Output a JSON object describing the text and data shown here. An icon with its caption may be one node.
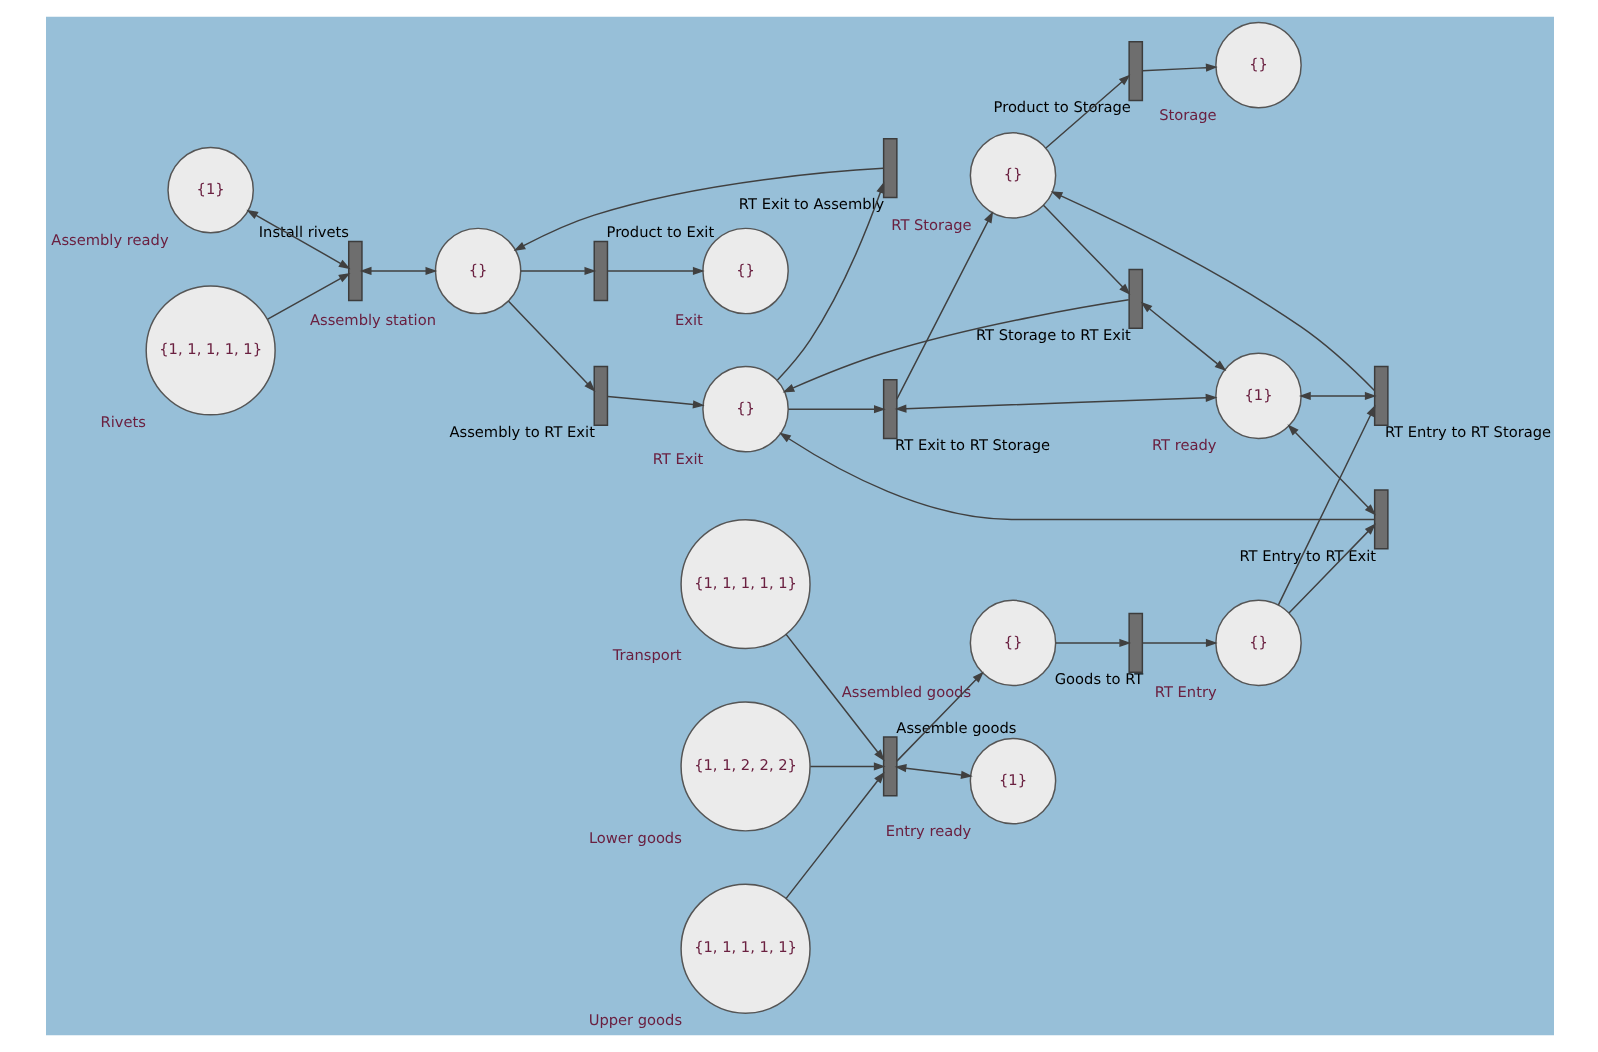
{
  "diagram": {
    "nodes": [
      {
        "text": [
          "{1}"
        ],
        "beside": [
          "Assembly ready"
        ]
      },
      {
        "text": [
          "{1, 1, 1, 1, 1}"
        ],
        "beside": [
          "Rivets"
        ]
      },
      {
        "text": [],
        "shape": "bar",
        "beside": [
          "Install rivets"
        ]
      },
      {
        "text": [],
        "shape": "bar",
        "beside": [
          "RT Exit to Assembly"
        ]
      },
      {
        "text": [
          "{}"
        ],
        "beside": [
          "Exit"
        ]
      },
      {
        "text": [],
        "shape": "bar",
        "beside": [
          "Product to Exit"
        ]
      },
      {
        "text": [
          "{}"
        ],
        "beside": [
          "Assembly station"
        ]
      },
      {
        "text": [],
        "shape": "bar",
        "beside": [
          "Assembly to RT Exit"
        ]
      },
      {
        "text": [],
        "shape": "bar",
        "beside": [
          "RT Storage to RT Exit"
        ]
      },
      {
        "text": [
          "{}"
        ],
        "beside": [
          "RT Exit"
        ]
      },
      {
        "text": [],
        "shape": "bar",
        "beside": [
          "RT Exit to RT Storage"
        ]
      },
      {
        "text": [
          "{}"
        ],
        "beside": [
          "RT Storage"
        ]
      },
      {
        "text": [],
        "shape": "bar",
        "beside": [
          "Product to Storage"
        ]
      },
      {
        "text": [
          "{}"
        ],
        "beside": [
          "Storage"
        ]
      },
      {
        "text": [
          "{1}"
        ],
        "beside": [
          "RT ready"
        ]
      },
      {
        "text": [],
        "shape": "bar",
        "beside": [
          "RT Entry to RT Exit"
        ]
      },
      {
        "text": [
          "{}"
        ],
        "beside": [
          "RT Entry"
        ]
      },
      {
        "text": [],
        "shape": "bar",
        "beside": [
          "RT Entry to RT Storage"
        ]
      },
      {
        "text": [
          "{1, 1, 1, 1, 1}"
        ],
        "beside": [
          "Transport"
        ]
      },
      {
        "text": [],
        "shape": "bar",
        "beside": [
          "Goods to RT"
        ]
      },
      {
        "text": [
          "{}"
        ],
        "beside": [
          "Assembled goods"
        ]
      },
      {
        "text": [],
        "shape": "bar",
        "beside": [
          "Assemble goods"
        ]
      },
      {
        "text": [
          "{1, 1, 2, 2, 2}"
        ],
        "beside": [
          "Lower goods"
        ]
      },
      {
        "text": [
          "{1, 1, 1, 1, 1}"
        ],
        "beside": [
          "Upper goods"
        ]
      },
      {
        "text": [
          "{1}"
        ],
        "beside": [
          "Entry ready"
        ]
      }
    ],
    "edges": [
      {
        "from": 0,
        "to": 2,
        "arrow": "both"
      },
      {
        "from": 1,
        "to": 2,
        "arrow": "to"
      },
      {
        "from": 2,
        "to": 6,
        "arrow": "both"
      },
      {
        "from": 3,
        "to": 6,
        "arrow": "to"
      },
      {
        "from": 9,
        "to": 3,
        "arrow": "to"
      },
      {
        "from": 6,
        "to": 5,
        "arrow": "to"
      },
      {
        "from": 5,
        "to": 4,
        "arrow": "to"
      },
      {
        "from": 6,
        "to": 7,
        "arrow": "to"
      },
      {
        "from": 7,
        "to": 9,
        "arrow": "to"
      },
      {
        "from": 11,
        "to": 8,
        "arrow": "to"
      },
      {
        "from": 8,
        "to": 9,
        "arrow": "to"
      },
      {
        "from": 8,
        "to": 14,
        "arrow": "both"
      },
      {
        "from": 9,
        "to": 10,
        "arrow": "to"
      },
      {
        "from": 10,
        "to": 11,
        "arrow": "to"
      },
      {
        "from": 10,
        "to": 14,
        "arrow": "both"
      },
      {
        "from": 11,
        "to": 12,
        "arrow": "to"
      },
      {
        "from": 12,
        "to": 13,
        "arrow": "to"
      },
      {
        "from": 15,
        "to": 9,
        "arrow": "to"
      },
      {
        "from": 14,
        "to": 15,
        "arrow": "both"
      },
      {
        "from": 16,
        "to": 15,
        "arrow": "to"
      },
      {
        "from": 16,
        "to": 17,
        "arrow": "to"
      },
      {
        "from": 17,
        "to": 11,
        "arrow": "to"
      },
      {
        "from": 14,
        "to": 17,
        "arrow": "both"
      },
      {
        "from": 19,
        "to": 16,
        "arrow": "to"
      },
      {
        "from": 20,
        "to": 19,
        "arrow": "to"
      },
      {
        "from": 21,
        "to": 20,
        "arrow": "to"
      },
      {
        "from": 18,
        "to": 21,
        "arrow": "to"
      },
      {
        "from": 22,
        "to": 21,
        "arrow": "to"
      },
      {
        "from": 23,
        "to": 21,
        "arrow": "to"
      },
      {
        "from": 21,
        "to": 24,
        "arrow": "both"
      }
    ]
  }
}
